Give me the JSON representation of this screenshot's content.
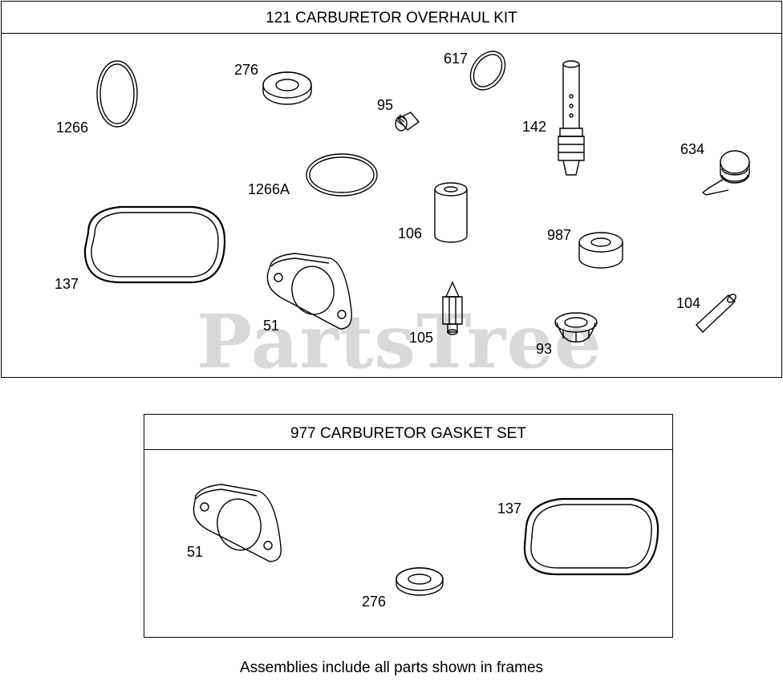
{
  "watermark": "PartsTree",
  "overhaul_kit": {
    "title": "121 CARBURETOR OVERHAUL KIT",
    "labels": {
      "p1266": "1266",
      "p276": "276",
      "p95": "95",
      "p617": "617",
      "p142": "142",
      "p634": "634",
      "p1266A": "1266A",
      "p106": "106",
      "p987": "987",
      "p137": "137",
      "p51": "51",
      "p105": "105",
      "p93": "93",
      "p104": "104"
    }
  },
  "gasket_set": {
    "title": "977 CARBURETOR GASKET SET",
    "labels": {
      "p51": "51",
      "p137": "137",
      "p276": "276"
    }
  },
  "footnote": "Assemblies include all parts shown in frames"
}
